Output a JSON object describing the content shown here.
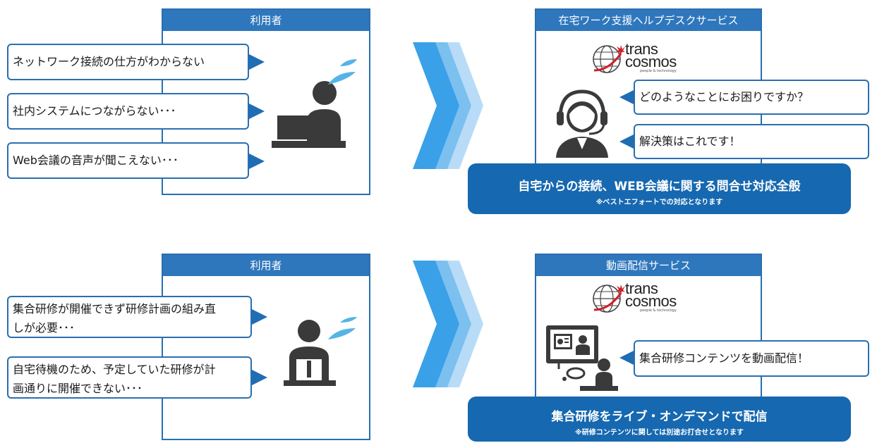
{
  "section1": {
    "user_title": "利用者",
    "user_bubbles": [
      "ネットワーク接続の仕方がわからない",
      "社内システムにつながらない･･･",
      "Web会議の音声が聞こえない･･･"
    ],
    "service_title": "在宅ワーク支援ヘルプデスクサービス",
    "agent_bubbles": [
      "どのようなことにお困りですか？",
      "解決策はこれです！"
    ],
    "banner_main": "自宅からの接続、WEB会議に関する問合せ対応全般",
    "banner_note": "※ベストエフォートでの対応となります"
  },
  "section2": {
    "user_title": "利用者",
    "user_bubbles": [
      "集合研修が開催できず研修計画の組み直しが必要･･･",
      "自宅待機のため、予定していた研修が計画通りに開催できない･･･"
    ],
    "service_title": "動画配信サービス",
    "agent_bubbles": [
      "集合研修コンテンツを動画配信！"
    ],
    "banner_main": "集合研修をライブ・オンデマンドで配信",
    "banner_note": "※研修コンテンツに関しては別途お打合せとなります"
  },
  "logo": {
    "line1": "trans",
    "line2": "cosmos",
    "tagline": "people & technology"
  },
  "colors": {
    "primary": "#2f77bd",
    "banner": "#1668b0",
    "arrow1": "#3aa0e8",
    "arrow2": "#7cc0f0",
    "arrow3": "#b8dcf7",
    "icon": "#3a3a3a"
  }
}
